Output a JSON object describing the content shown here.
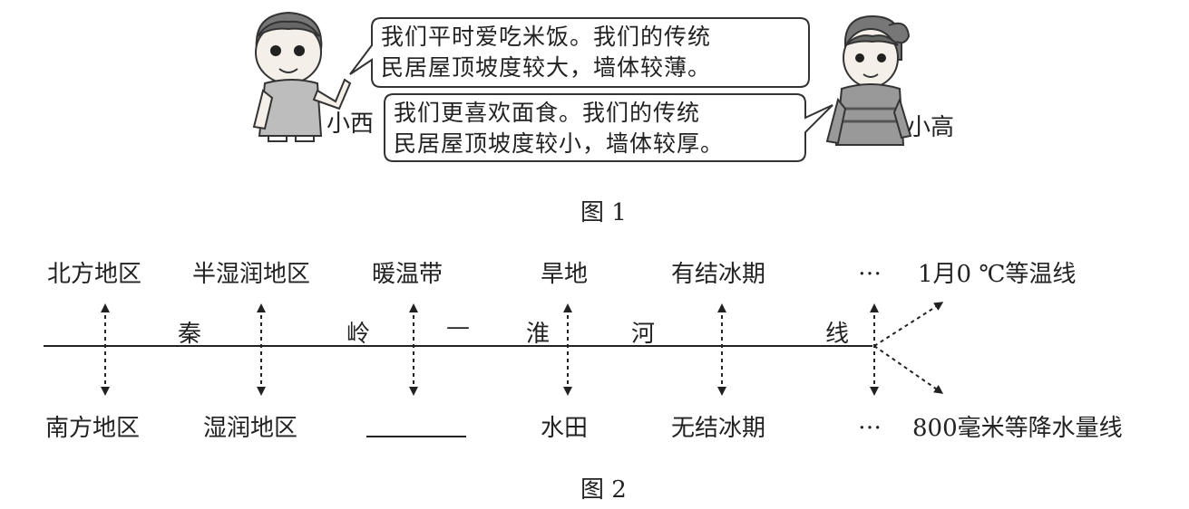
{
  "figure1": {
    "boy_name": "小西",
    "girl_name": "小高",
    "boy_speech": [
      "我们平时爱吃米饭。我们的传统",
      "民居屋顶坡度较大，墙体较薄。"
    ],
    "girl_speech": [
      "我们更喜欢面食。我们的传统",
      "民居屋顶坡度较小，墙体较厚。"
    ],
    "caption": "图 1"
  },
  "figure2": {
    "north_labels": [
      "北方地区",
      "半湿润地区",
      "暖温带",
      "旱地",
      "有结冰期",
      "…"
    ],
    "south_labels": [
      "南方地区",
      "湿润地区",
      "",
      "水田",
      "无结冰期",
      "…"
    ],
    "line_name_chars": [
      "秦",
      "岭",
      "—",
      "淮",
      "河",
      "线"
    ],
    "isotherm_label": "1月0 ℃等温线",
    "isohyet_label": "800毫米等降水量线",
    "caption": "图 2"
  }
}
